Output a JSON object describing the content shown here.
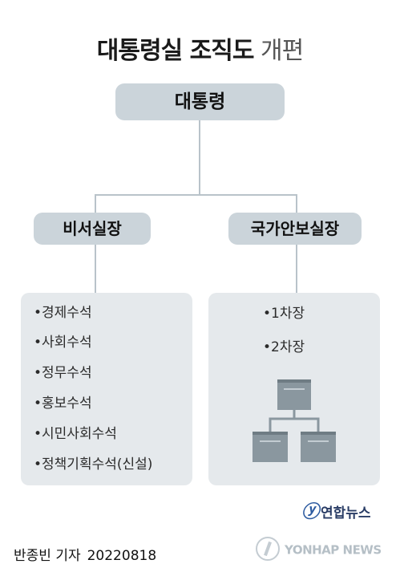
{
  "title": {
    "bold": "대통령실 조직도",
    "light": "개편"
  },
  "chart": {
    "root": "대통령",
    "left": {
      "label": "비서실장",
      "items": [
        "•경제수석",
        "•사회수석",
        "•정무수석",
        "•홍보수석",
        "•시민사회수석",
        "•정책기획수석(신설)"
      ]
    },
    "right": {
      "label": "국가안보실장",
      "items": [
        "•1차장",
        "•2차장"
      ]
    }
  },
  "footer": {
    "reporter": "반종빈 기자",
    "date": "20220818",
    "logo_ko": "연합뉴스",
    "logo_en": "YONHAP NEWS"
  },
  "colors": {
    "node_bg": "#cbd4da",
    "panel_bg": "#e5e9ec",
    "line": "#b9c3ca",
    "logo_blue": "#2d5ba0"
  },
  "icons": {
    "decor": "org-chart-icon",
    "logo_mark": "yonhap-mark-icon",
    "logo_circle": "yonhap-circle-icon"
  }
}
